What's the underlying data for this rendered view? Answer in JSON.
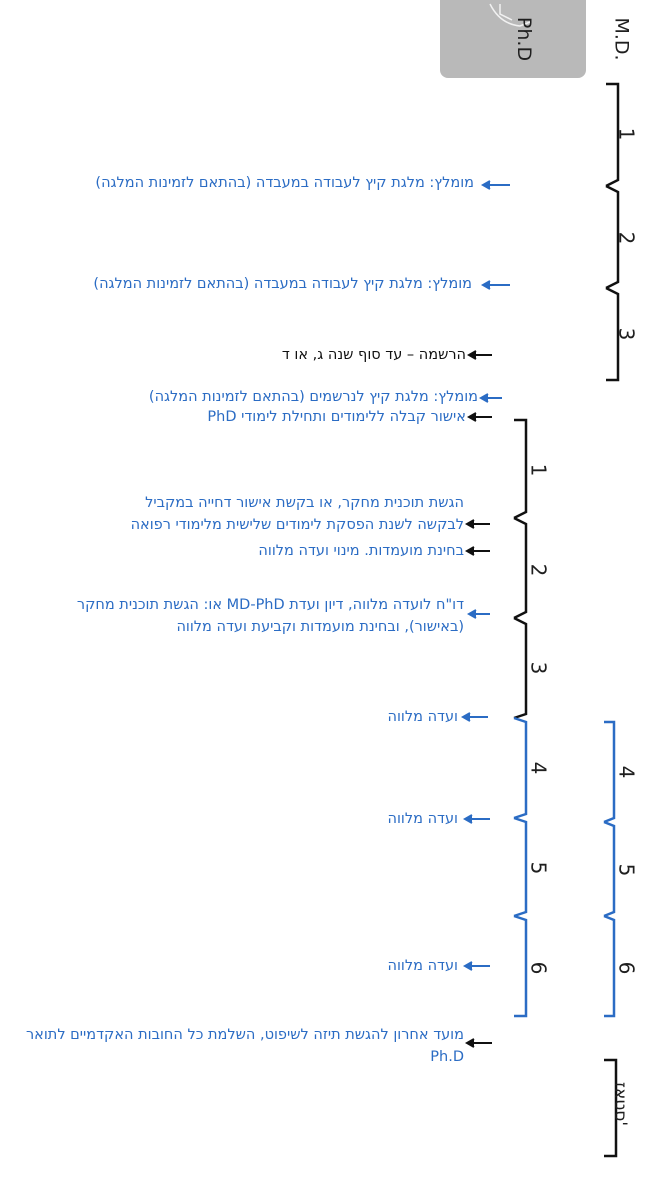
{
  "columns": {
    "md": "M.D.",
    "phd": "Ph.D"
  },
  "md_years": [
    "1",
    "2",
    "3",
    "4",
    "5",
    "6"
  ],
  "phd_years": [
    "1",
    "2",
    "3",
    "4",
    "5",
    "6"
  ],
  "stage_label": "סטאז'",
  "notes": [
    {
      "text": "מומלץ: מלגת קיץ לעבודה במעבדה (בהתאם לזמינות המלגה)",
      "color": "#2b6cc4"
    },
    {
      "text": "מומלץ: מלגת קיץ לעבודה במעבדה (בהתאם לזמינות המלגה)",
      "color": "#2b6cc4"
    },
    {
      "text": "הרשמה – עד סוף שנה ג, או ד",
      "color": "#111111"
    },
    {
      "text": "מומלץ: מלגת קיץ לנרשמים (בהתאם לזמינות המלגה)",
      "color": "#2b6cc4"
    },
    {
      "text": "אישור קבלה ללימודים ותחילת לימודי PhD",
      "color": "#2b6cc4"
    },
    {
      "text": "הגשת תוכנית מחקר, או בקשת אישור דחייה במקביל",
      "color": "#2b6cc4"
    },
    {
      "text": "לבקשה לשנת הפסקת לימודים שלישית מלימודי רפואה",
      "color": "#2b6cc4"
    },
    {
      "text": "בחינת מועמדות. מינוי ועדה מלווה",
      "color": "#2b6cc4"
    },
    {
      "text": "דו\"ח לועדה מלווה, דיון ועדת MD-PhD    או: הגשת תוכנית מחקר (באישור), ובחינת מועמדות וקביעת ועדה מלווה",
      "color": "#2b6cc4"
    },
    {
      "text": "ועדה מלווה",
      "color": "#2b6cc4"
    },
    {
      "text": "ועדה מלווה",
      "color": "#2b6cc4"
    },
    {
      "text": "ועדה מלווה",
      "color": "#2b6cc4"
    },
    {
      "text": "מועד אחרון להגשת תיזה לשיפוט, השלמת כל החובות האקדמיים לתואר Ph.D",
      "color": "#2b6cc4"
    }
  ]
}
